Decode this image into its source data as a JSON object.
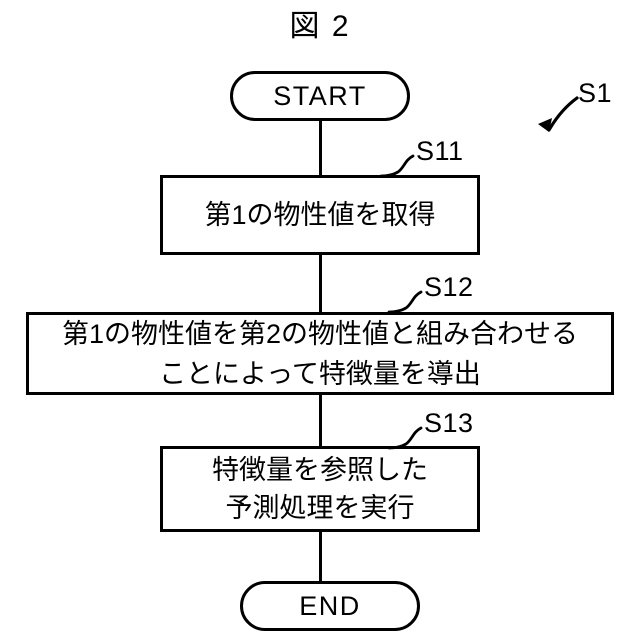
{
  "figure": {
    "title": "図 2",
    "type": "flowchart",
    "background_color": "#ffffff",
    "line_color": "#000000"
  },
  "nodes": {
    "start": {
      "label": "START",
      "shape": "stadium"
    },
    "step_s11": {
      "label": "第1の物性値を取得",
      "shape": "rectangle",
      "ref": "S11"
    },
    "step_s12": {
      "label": "第1の物性値を第2の物性値と組み合わせる\nことによって特徴量を導出",
      "shape": "rectangle",
      "ref": "S12"
    },
    "step_s13": {
      "label": "特徴量を参照した\n予測処理を実行",
      "shape": "rectangle",
      "ref": "S13"
    },
    "end": {
      "label": "END",
      "shape": "stadium"
    }
  },
  "annotations": {
    "flow_ref": "S1",
    "step_refs": [
      "S11",
      "S12",
      "S13"
    ]
  }
}
